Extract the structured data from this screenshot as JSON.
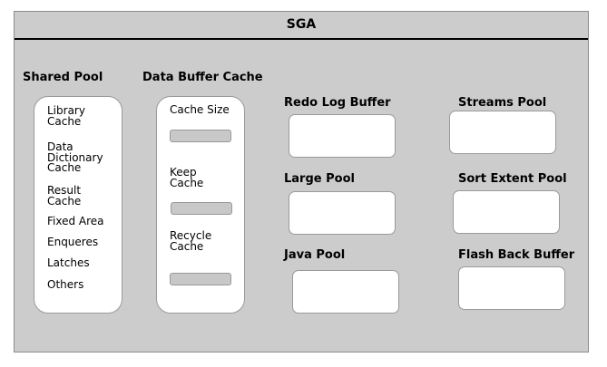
{
  "sga": {
    "title": "SGA"
  },
  "shared_pool": {
    "heading": "Shared Pool",
    "items": [
      {
        "lines": [
          "Library",
          "Cache"
        ]
      },
      {
        "lines": [
          "Data",
          "Dictionary",
          "Cache"
        ]
      },
      {
        "lines": [
          "Result",
          "Cache"
        ]
      },
      {
        "lines": [
          "Fixed Area"
        ]
      },
      {
        "lines": [
          "Enqueres"
        ]
      },
      {
        "lines": [
          "Latches"
        ]
      },
      {
        "lines": [
          "Others"
        ]
      }
    ]
  },
  "data_buffer_cache": {
    "heading": "Data Buffer Cache",
    "items": [
      {
        "lines": [
          "Cache Size"
        ]
      },
      {
        "lines": [
          "Keep",
          "Cache"
        ]
      },
      {
        "lines": [
          "Recycle",
          "Cache"
        ]
      }
    ]
  },
  "components": {
    "redo_log_buffer": "Redo Log Buffer",
    "large_pool": "Large Pool",
    "java_pool": "Java Pool",
    "streams_pool": "Streams Pool",
    "sort_extent_pool": "Sort Extent Pool",
    "flash_back_buffer": "Flash Back Buffer"
  },
  "colors": {
    "background": "#cccccc",
    "panel": "#ffffff",
    "bar": "#c8c8c8",
    "border": "#9a9a9a"
  }
}
